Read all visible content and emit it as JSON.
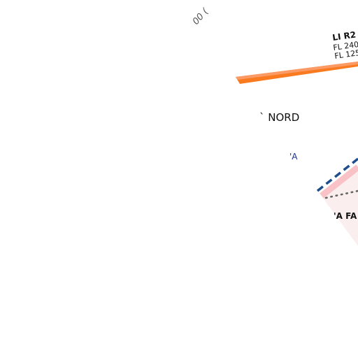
{
  "colors": {
    "background": "#ffffff",
    "orange_band": "#f97a1f",
    "orange_band_light": "#fb9a64",
    "zone_fill": "#fbeeee",
    "zone_border": "#f8c2c6",
    "boundary_dashed": "#1f4e8c",
    "dotted_line": "#666666",
    "label_blue": "#1a2e8a",
    "label_black": "#111111",
    "label_grey": "#555555"
  },
  "labels": {
    "top_rotated": "00 (",
    "zone_name": "LI R2",
    "zone_upper": "FL 240",
    "zone_lower": "FL 125",
    "area_name": "` NORD",
    "small_label": "'A",
    "bold_label": "'A FA"
  }
}
